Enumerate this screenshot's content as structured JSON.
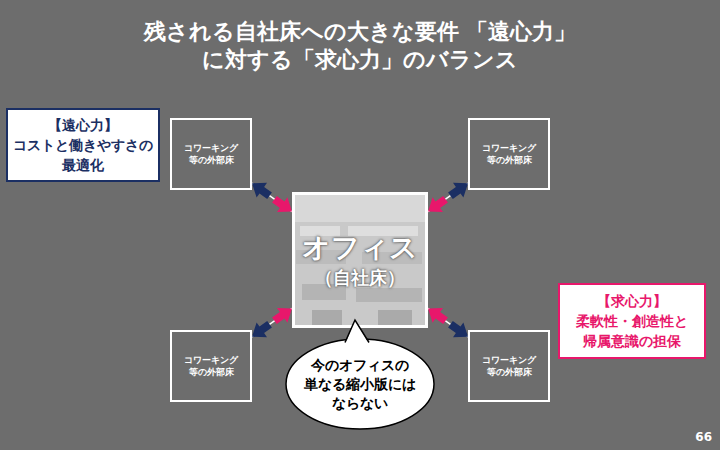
{
  "diagram": {
    "title": "残される自社床への大きな要件 「遠心力」に対する「求心力」のバランス",
    "nodes": [
      {
        "text": [
          "【遠心力】",
          "コストと働きやすさの 最適化"
        ]
      },
      {
        "text": [
          "コワーキング 等の外部床"
        ]
      },
      {
        "text": [
          "コワーキング 等の外部床"
        ]
      },
      {
        "text": [
          "オフィス",
          "（自社床）"
        ]
      },
      {
        "text": [
          "【求心力】",
          "柔軟性・創造性と 帰属意識の担保"
        ]
      },
      {
        "text": [
          "コワーキング 等の外部床"
        ]
      },
      {
        "text": [
          "コワーキング 等の外部床"
        ]
      },
      {
        "text": [
          "今のオフィスの 単なる縮小版には ならない"
        ]
      }
    ],
    "edges": [
      {
        "from": 3,
        "to": 1,
        "arrow": "both"
      },
      {
        "from": 3,
        "to": 2,
        "arrow": "both"
      },
      {
        "from": 3,
        "to": 5,
        "arrow": "both"
      },
      {
        "from": 3,
        "to": 6,
        "arrow": "both"
      }
    ],
    "labels": [
      "66"
    ]
  }
}
